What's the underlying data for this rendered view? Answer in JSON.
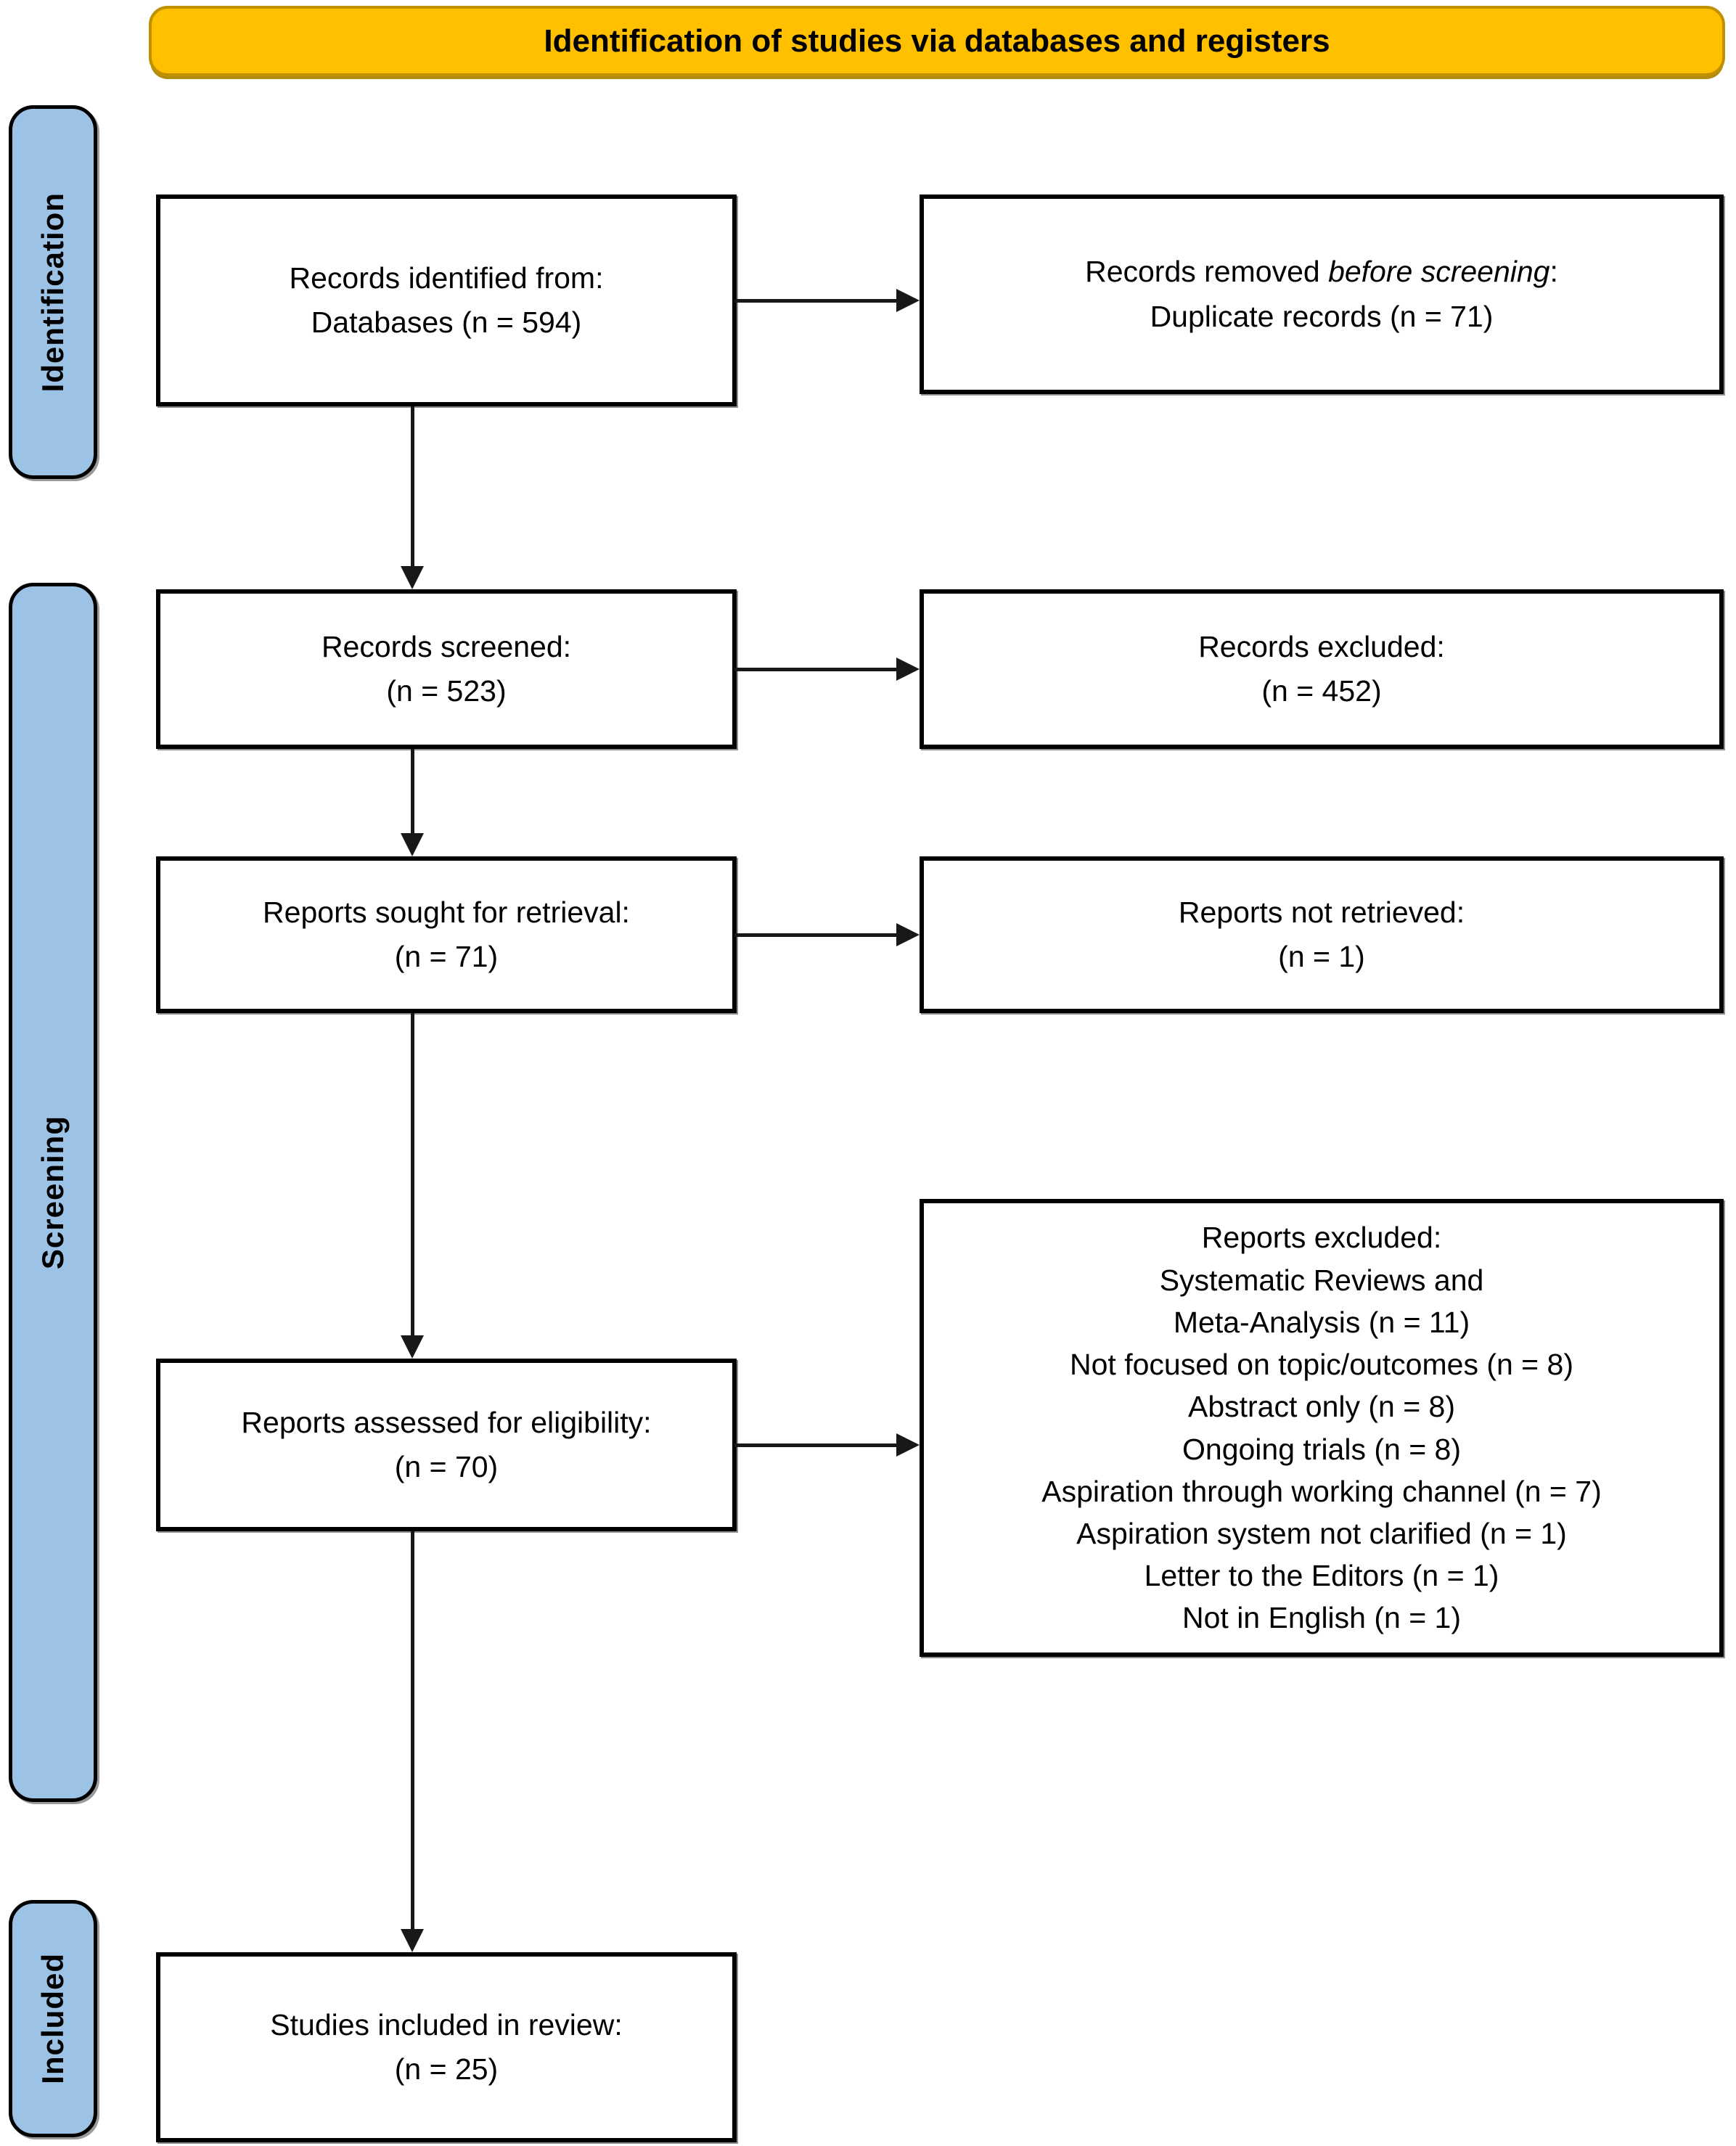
{
  "title_banner": "Identification of studies via databases and registers",
  "colors": {
    "banner_bg": "#FFC000",
    "banner_border": "#BF9000",
    "stage_label_bg": "#9CC2E5",
    "box_border": "#000000",
    "arrow": "#181818",
    "background": "#FFFFFF"
  },
  "stage_labels": [
    {
      "label": "Identification"
    },
    {
      "label": "Screening"
    },
    {
      "label": "Included"
    }
  ],
  "flow": {
    "left_boxes": [
      {
        "lines": [
          "Records identified from:",
          "Databases (n = 594)"
        ]
      },
      {
        "lines": [
          "Records screened:",
          "(n = 523)"
        ]
      },
      {
        "lines": [
          "Reports sought for retrieval:",
          "(n = 71)"
        ]
      },
      {
        "lines": [
          "Reports assessed for eligibility:",
          "(n = 70)"
        ]
      },
      {
        "lines": [
          "Studies included in review:",
          "(n = 25)"
        ]
      }
    ],
    "right_boxes": [
      {
        "line1_prefix": "Records removed ",
        "line1_italic": "before screening",
        "line1_suffix": ":",
        "line2": "Duplicate records (n = 71)"
      },
      {
        "lines": [
          "Records excluded:",
          "(n = 452)"
        ]
      },
      {
        "lines": [
          "Reports not retrieved:",
          "(n = 1)"
        ]
      },
      {
        "lines": [
          "Reports excluded:",
          "Systematic Reviews and",
          "Meta-Analysis (n = 11)",
          "Not focused on topic/outcomes (n = 8)",
          "Abstract only (n = 8)",
          "Ongoing trials (n = 8)",
          "Aspiration through working channel (n = 7)",
          "Aspiration system not clarified (n = 1)",
          "Letter to the Editors (n = 1)",
          "Not in English (n = 1)"
        ]
      }
    ]
  }
}
